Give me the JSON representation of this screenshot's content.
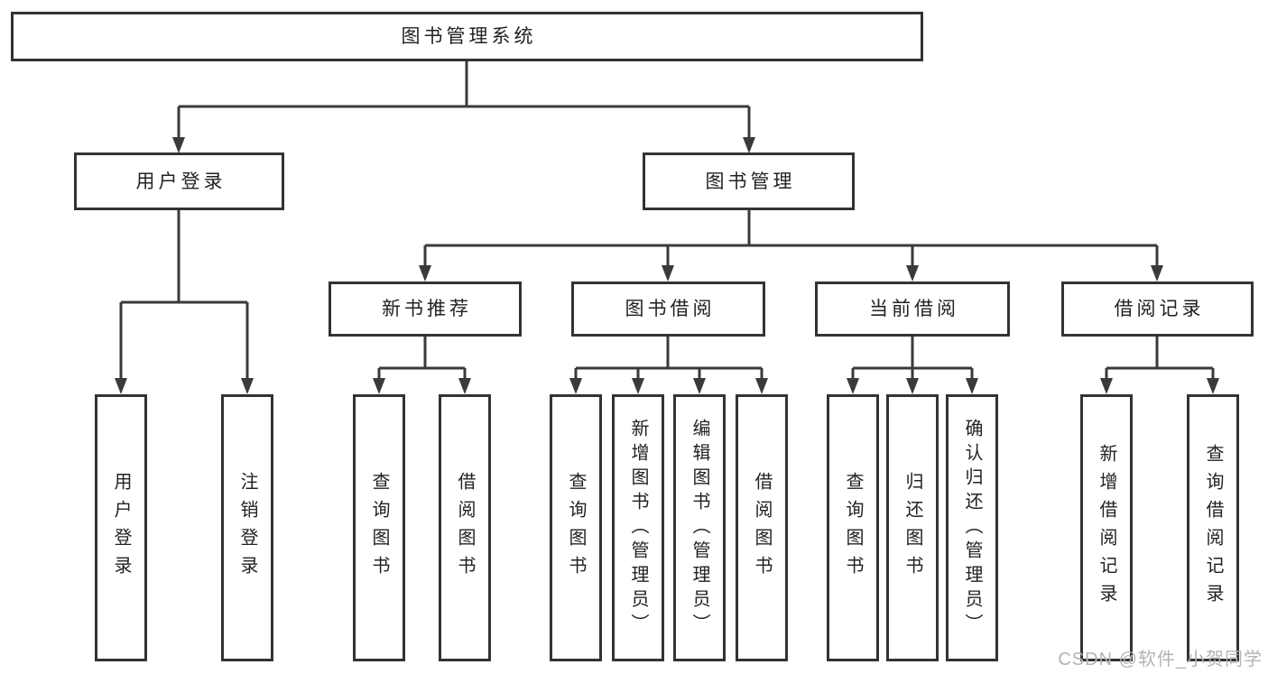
{
  "colors": {
    "line": "#3a3a3a",
    "border": "#333333",
    "bg": "#ffffff",
    "text": "#222222",
    "watermark": "#b3b3b3",
    "page_bg": "#ffffff"
  },
  "tree": {
    "label": "图书管理系统",
    "children": [
      {
        "label": "用户登录",
        "children": [
          {
            "label": "用户登录"
          },
          {
            "label": "注销登录"
          }
        ]
      },
      {
        "label": "图书管理",
        "children": [
          {
            "label": "新书推荐",
            "children": [
              {
                "label": "查询图书"
              },
              {
                "label": "借阅图书"
              }
            ]
          },
          {
            "label": "图书借阅",
            "children": [
              {
                "label": "查询图书"
              },
              {
                "label": "新增图书（管理员）"
              },
              {
                "label": "编辑图书（管理员）"
              },
              {
                "label": "借阅图书"
              }
            ]
          },
          {
            "label": "当前借阅",
            "children": [
              {
                "label": "查询图书"
              },
              {
                "label": "归还图书"
              },
              {
                "label": "确认归还（管理员）"
              }
            ]
          },
          {
            "label": "借阅记录",
            "children": [
              {
                "label": "新增借阅记录"
              },
              {
                "label": "查询借阅记录"
              }
            ]
          }
        ]
      }
    ]
  },
  "watermark": "CSDN @软件_小贺同学"
}
